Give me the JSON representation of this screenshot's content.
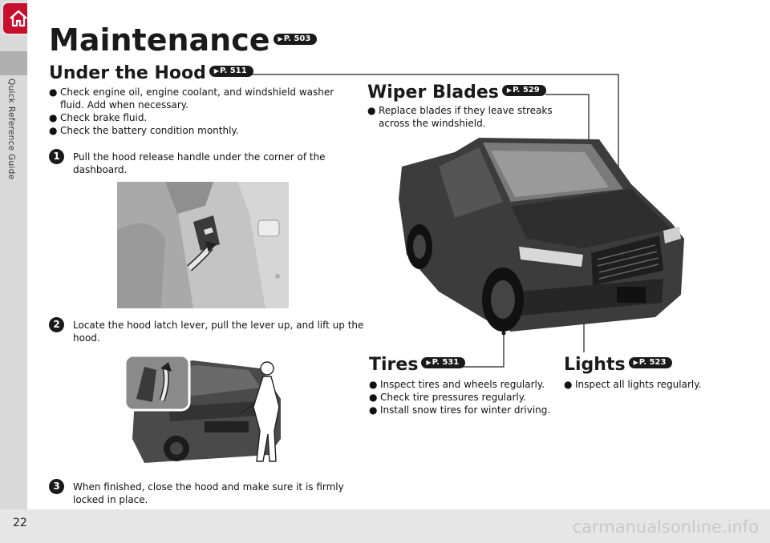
{
  "side_label": "Quick Reference Guide",
  "page_number": "22",
  "title": "Maintenance",
  "title_ref": "P. 503",
  "under_hood": {
    "heading": "Under the Hood",
    "ref": "P. 511",
    "bullets": [
      "Check engine oil, engine coolant, and windshield washer fluid. Add when necessary.",
      "Check brake fluid.",
      "Check the battery condition monthly."
    ],
    "steps": [
      {
        "num": "1",
        "text": "Pull the hood release handle under the corner of the dashboard."
      },
      {
        "num": "2",
        "text": "Locate the hood latch lever, pull the lever up, and lift up the hood."
      },
      {
        "num": "3",
        "text": "When finished, close the hood and make sure it is firmly locked in place."
      }
    ]
  },
  "wiper": {
    "heading": "Wiper Blades",
    "ref": "P. 529",
    "bullets": [
      "Replace blades if they leave streaks across the windshield."
    ]
  },
  "tires": {
    "heading": "Tires",
    "ref": "P. 531",
    "bullets": [
      "Inspect tires and wheels regularly.",
      "Check tire pressures regularly.",
      "Install snow tires for winter driving."
    ]
  },
  "lights": {
    "heading": "Lights",
    "ref": "P. 523",
    "bullets": [
      "Inspect all lights regularly."
    ]
  },
  "watermark": "carmanualsonline.info",
  "colors": {
    "home_red": "#c8102e",
    "dark": "#1a1a1a"
  }
}
